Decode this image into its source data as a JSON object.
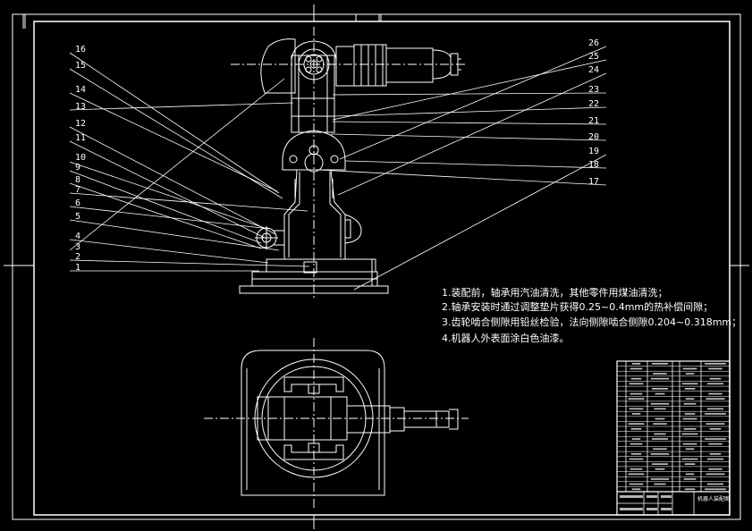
{
  "drawing": {
    "balloons_left": [
      "16",
      "15",
      "14",
      "13",
      "12",
      "11",
      "10",
      "9",
      "8",
      "7",
      "6",
      "5",
      "4",
      "3",
      "2",
      "1"
    ],
    "balloons_right": [
      "26",
      "25",
      "24",
      "23",
      "22",
      "21",
      "20",
      "19",
      "18",
      "17"
    ],
    "notes": [
      "1.装配前，轴承用汽油清洗，其他零件用煤油清洗；",
      "2.轴承安装时通过调整垫片获得0.25~0.4mm的热补偿间隙；",
      "3.齿轮啮合侧隙用铅丝检验，法向侧隙啮合侧隙0.204~0.318mm；",
      "4.机器人外表面涂白色油漆。"
    ],
    "title_block_name": "机器人装配图"
  }
}
